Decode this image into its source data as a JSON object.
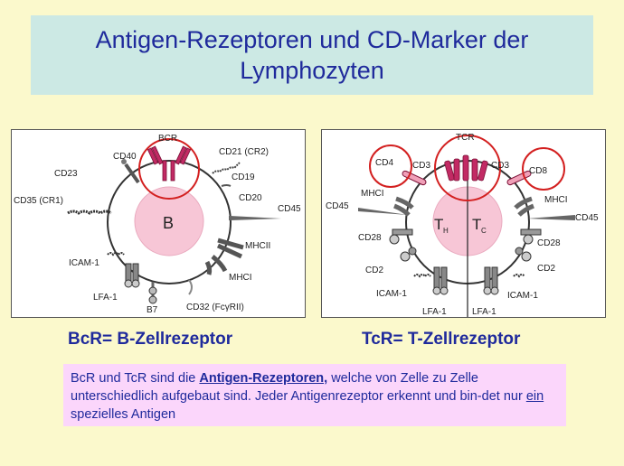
{
  "title": {
    "line1": "Antigen-Rezeptoren und CD-Marker der",
    "line2": "Lymphozyten"
  },
  "colors": {
    "background": "#fbf9cc",
    "title_bg": "#cce9e4",
    "title_text": "#1f2a9c",
    "note_bg": "#fbd6fb",
    "cell_fill": "#f7c6d6",
    "receptor": "#c22a64",
    "highlight_circle": "#d32020"
  },
  "b_cell": {
    "cell_label": "B",
    "labels": {
      "bcr": "BCR",
      "cd40": "CD40",
      "cd21": "CD21 (CR2)",
      "cd23": "CD23",
      "cd19": "CD19",
      "cd20": "CD20",
      "cd35": "CD35 (CR1)",
      "cd45": "CD45",
      "mhcii": "MHCII",
      "icam1": "ICAM-1",
      "mhci": "MHCI",
      "lfa1": "LFA-1",
      "b7": "B7",
      "cd32": "CD32 (FcγRII)"
    }
  },
  "t_cell": {
    "cell_label_th": "T",
    "cell_label_th_sub": "H",
    "cell_label_tc": "T",
    "cell_label_tc_sub": "C",
    "labels": {
      "tcr": "TCR",
      "cd4": "CD4",
      "cd3_left": "CD3",
      "cd3_right": "CD3",
      "cd8": "CD8",
      "mhci_left": "MHCI",
      "mhci_right": "MHCI",
      "cd45_left": "CD45",
      "cd45_right": "CD45",
      "cd28_left": "CD28",
      "cd28_right": "CD28",
      "cd2_left": "CD2",
      "cd2_right": "CD2",
      "icam1_left": "ICAM-1",
      "icam1_right": "ICAM-1",
      "lfa1_left": "LFA-1",
      "lfa1_right": "LFA-1"
    }
  },
  "captions": {
    "bcr": "BcR= B-Zellrezeptor",
    "tcr": "TcR= T-Zellrezeptor"
  },
  "note": {
    "part1": "BcR und TcR sind die ",
    "emphasis": "Antigen-Rezeptoren,",
    "part2": " welche von Zelle zu Zelle unterschiedlich aufgebaut sind. Jeder Antigenrezeptor erkennt und bin-det nur ",
    "underline": "ein",
    "part3": " spezielles Antigen"
  }
}
